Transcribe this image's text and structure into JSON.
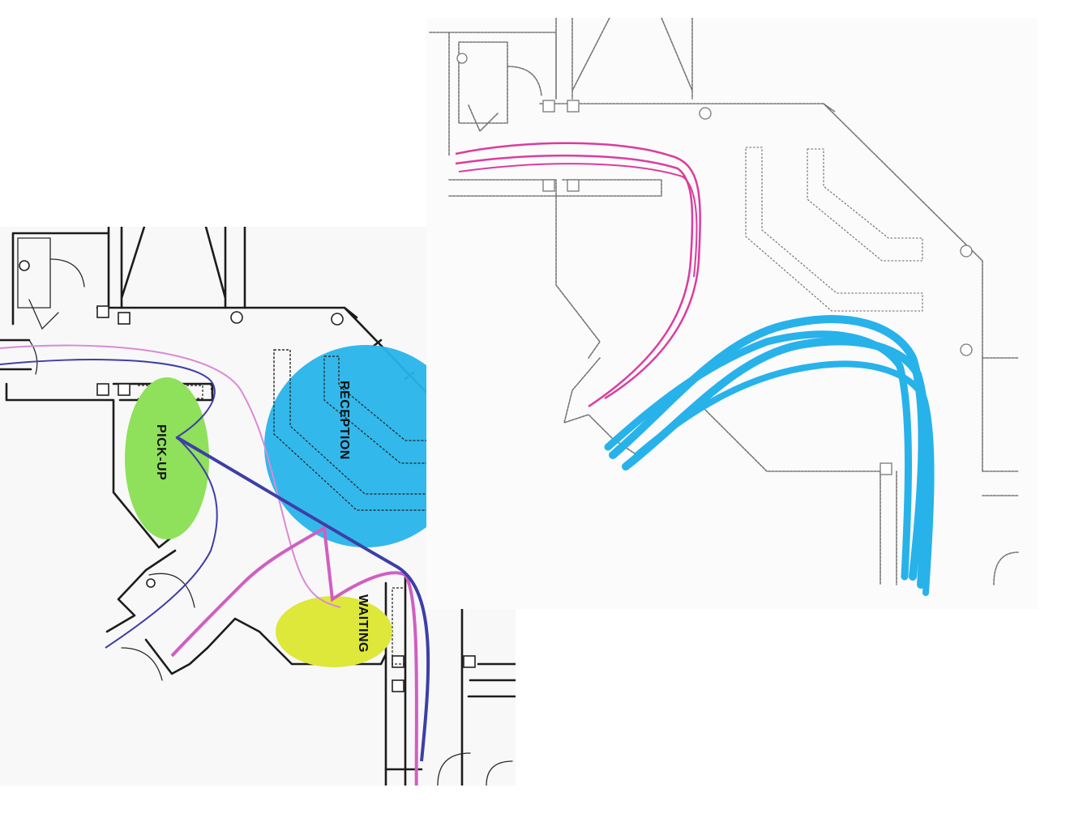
{
  "zones": {
    "pickup": {
      "label": "PICK-UP",
      "color": "#8fe05a"
    },
    "reception": {
      "label": "RECEPTION",
      "color": "#28b4ea"
    },
    "waiting": {
      "label": "WAITING",
      "color": "#dde83a"
    }
  },
  "paths": {
    "pink_light": "#d98ad6",
    "pink": "#d05fc0",
    "navy": "#3d3fa6",
    "magenta": "#dc3c9e",
    "cyan": "#27b2ea"
  }
}
